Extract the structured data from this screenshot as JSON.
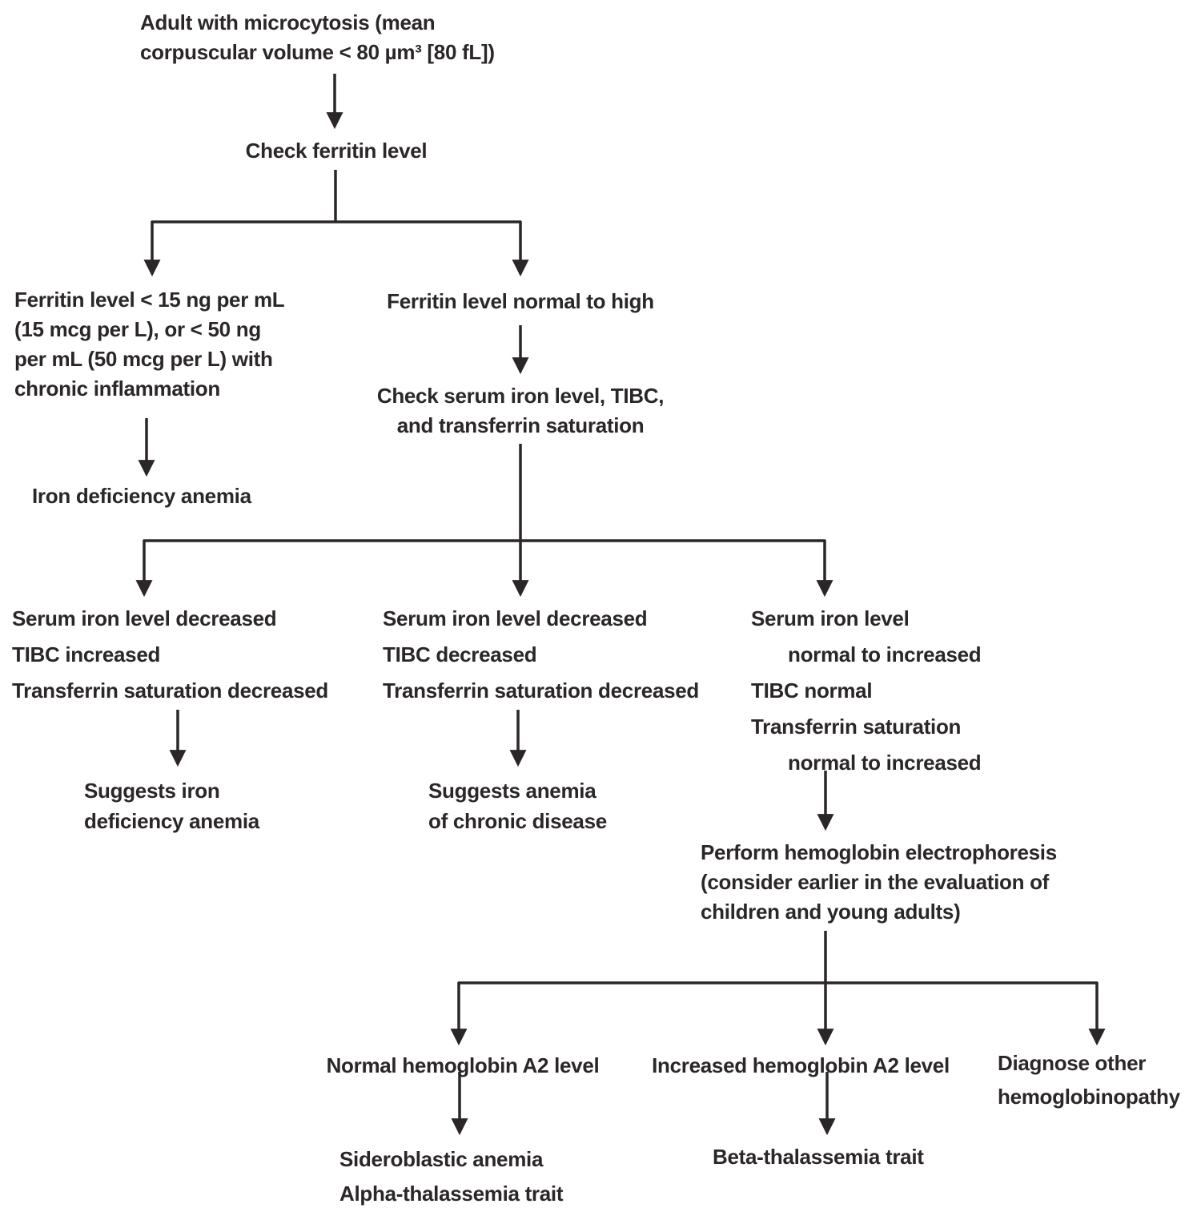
{
  "colors": {
    "ink": "#2b2728",
    "background": "#ffffff"
  },
  "diagram": {
    "nodes": {
      "start": {
        "lines": [
          "Adult with microcytosis (mean",
          "corpuscular volume < 80 µm³ [80 fL])"
        ]
      },
      "check_ferritin": {
        "label": "Check ferritin level"
      },
      "ferritin_low": {
        "lines": [
          "Ferritin level < 15 ng per mL",
          "(15 mcg per L), or < 50 ng",
          "per mL (50 mcg per L) with",
          "chronic inflammation"
        ]
      },
      "iron_deficiency_anemia": {
        "label": "Iron deficiency anemia"
      },
      "ferritin_normal": {
        "label": "Ferritin level normal to high"
      },
      "check_serum": {
        "lines": [
          "Check serum iron level, TIBC,",
          "and transferrin saturation"
        ]
      },
      "col1": {
        "lines": [
          "Serum iron level decreased",
          "TIBC increased",
          "Transferrin saturation decreased"
        ]
      },
      "col2": {
        "lines": [
          "Serum iron level decreased",
          "TIBC decreased",
          "Transferrin saturation decreased"
        ]
      },
      "col3": {
        "lines": [
          "Serum iron level",
          "normal to increased",
          "TIBC normal",
          "Transferrin saturation",
          "normal to increased"
        ]
      },
      "suggests_ida": {
        "lines": [
          "Suggests iron",
          "deficiency anemia"
        ]
      },
      "suggests_acd": {
        "lines": [
          "Suggests anemia",
          "of chronic disease"
        ]
      },
      "electrophoresis": {
        "lines": [
          "Perform hemoglobin electrophoresis",
          "(consider earlier in the evaluation of",
          "children and young adults)"
        ]
      },
      "normal_a2": {
        "label": "Normal hemoglobin A2 level"
      },
      "increased_a2": {
        "label": "Increased hemoglobin A2 level"
      },
      "diagnose_other": {
        "lines": [
          "Diagnose other",
          "hemoglobinopathy"
        ]
      },
      "sideroblastic": {
        "lines": [
          "Sideroblastic anemia",
          "Alpha-thalassemia trait"
        ]
      },
      "beta_thalassemia": {
        "label": "Beta-thalassemia trait"
      }
    },
    "edges": [
      "start -> check_ferritin",
      "check_ferritin -> ferritin_low",
      "check_ferritin -> ferritin_normal",
      "ferritin_low -> iron_deficiency_anemia",
      "ferritin_normal -> check_serum",
      "check_serum -> col1",
      "check_serum -> col2",
      "check_serum -> col3",
      "col1 -> suggests_ida",
      "col2 -> suggests_acd",
      "col3 -> electrophoresis",
      "electrophoresis -> normal_a2",
      "electrophoresis -> increased_a2",
      "electrophoresis -> diagnose_other",
      "normal_a2 -> sideroblastic",
      "increased_a2 -> beta_thalassemia"
    ]
  }
}
